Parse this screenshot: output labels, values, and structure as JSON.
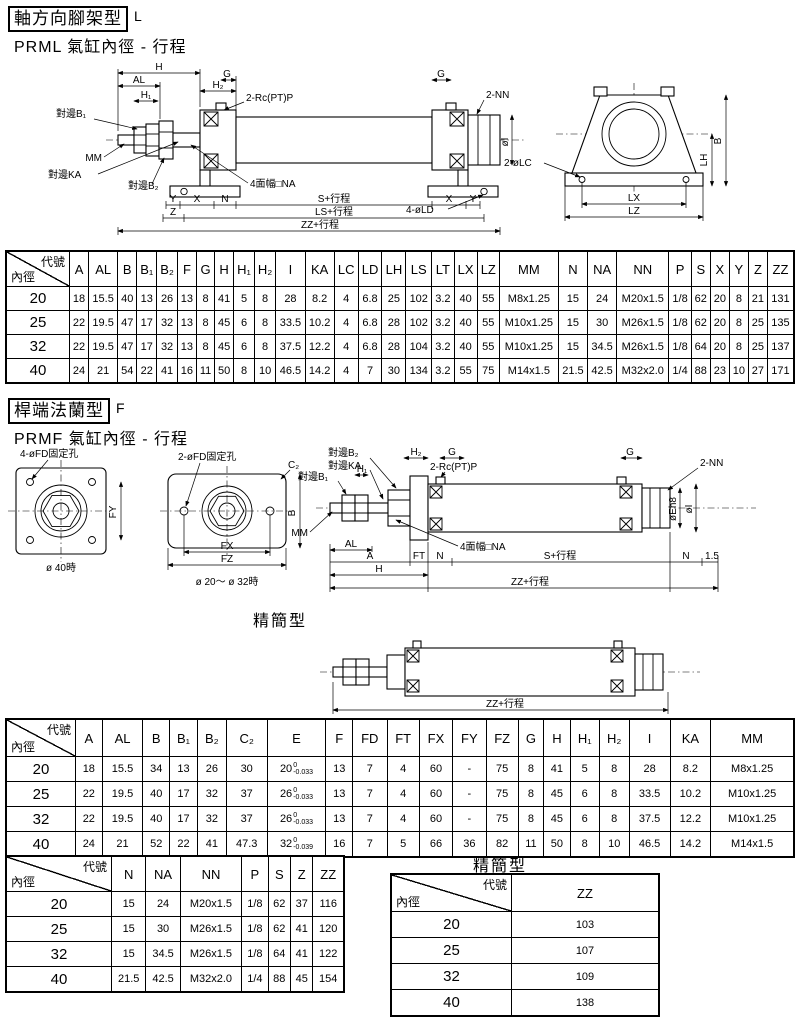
{
  "sections": {
    "s1_box": "軸方向腳架型",
    "s1_code": "L",
    "s1_sub": "PRML 氣缸內徑 - 行程",
    "s2_box": "桿端法蘭型",
    "s2_code": "F",
    "s2_sub": "PRMF 氣缸內徑 - 行程",
    "simple_label": "精簡型"
  },
  "labels": {
    "H": "H",
    "AL": "AL",
    "H1": "H₁",
    "H2": "H₂",
    "G": "G",
    "port": "2-Rc(PT)P",
    "NN2": "2-NN",
    "B1": "對邊B₁",
    "B2": "對邊B₂",
    "KA": "對邊KA",
    "MM": "MM",
    "NA4": "4面幅□NA",
    "N": "N",
    "S": "S+行程",
    "LS": "LS+行程",
    "ZZ": "ZZ+行程",
    "X": "X",
    "Y": "Y",
    "Z": "Z",
    "OI": "øI",
    "LC2": "2-øLC",
    "LD4": "4-øLD",
    "LX": "LX",
    "LZ": "LZ",
    "LH": "LH",
    "B": "B",
    "FD4": "4-øFD固定孔",
    "FD2": "2-øFD固定孔",
    "C2": "C₂",
    "FX": "FX",
    "FY": "FY",
    "FZ": "FZ",
    "FT": "FT",
    "A": "A",
    "D40": "ø 40時",
    "D2032": "ø 20～ ø 32時",
    "OE": "øEh8",
    "dim15": "1.5"
  },
  "tables": {
    "prml": {
      "corner_top": "代號",
      "corner_bottom": "內徑",
      "headers": [
        "A",
        "AL",
        "B",
        "B₁",
        "B₂",
        "F",
        "G",
        "H",
        "H₁",
        "H₂",
        "I",
        "KA",
        "LC",
        "LD",
        "LH",
        "LS",
        "LT",
        "LX",
        "LZ",
        "MM",
        "N",
        "NA",
        "NN",
        "P",
        "S",
        "X",
        "Y",
        "Z",
        "ZZ"
      ],
      "rows": [
        [
          "20",
          "18",
          "15.5",
          "40",
          "13",
          "26",
          "13",
          "8",
          "41",
          "5",
          "8",
          "28",
          "8.2",
          "4",
          "6.8",
          "25",
          "102",
          "3.2",
          "40",
          "55",
          "M8x1.25",
          "15",
          "24",
          "M20x1.5",
          "1/8",
          "62",
          "20",
          "8",
          "21",
          "131"
        ],
        [
          "25",
          "22",
          "19.5",
          "47",
          "17",
          "32",
          "13",
          "8",
          "45",
          "6",
          "8",
          "33.5",
          "10.2",
          "4",
          "6.8",
          "28",
          "102",
          "3.2",
          "40",
          "55",
          "M10x1.25",
          "15",
          "30",
          "M26x1.5",
          "1/8",
          "62",
          "20",
          "8",
          "25",
          "135"
        ],
        [
          "32",
          "22",
          "19.5",
          "47",
          "17",
          "32",
          "13",
          "8",
          "45",
          "6",
          "8",
          "37.5",
          "12.2",
          "4",
          "6.8",
          "28",
          "104",
          "3.2",
          "40",
          "55",
          "M10x1.25",
          "15",
          "34.5",
          "M26x1.5",
          "1/8",
          "64",
          "20",
          "8",
          "25",
          "137"
        ],
        [
          "40",
          "24",
          "21",
          "54",
          "22",
          "41",
          "16",
          "11",
          "50",
          "8",
          "10",
          "46.5",
          "14.2",
          "4",
          "7",
          "30",
          "134",
          "3.2",
          "55",
          "75",
          "M14x1.5",
          "21.5",
          "42.5",
          "M32x2.0",
          "1/4",
          "88",
          "23",
          "10",
          "27",
          "171"
        ]
      ]
    },
    "prmf": {
      "corner_top": "代號",
      "corner_bottom": "內徑",
      "headers": [
        "A",
        "AL",
        "B",
        "B₁",
        "B₂",
        "C₂",
        "E",
        "F",
        "FD",
        "FT",
        "FX",
        "FY",
        "FZ",
        "G",
        "H",
        "H₁",
        "H₂",
        "I",
        "KA",
        "MM"
      ],
      "rows": [
        [
          "20",
          "18",
          "15.5",
          "34",
          "13",
          "26",
          "30",
          {
            "v": "20",
            "tu": "0",
            "tl": "-0.033"
          },
          "13",
          "7",
          "4",
          "60",
          "-",
          "75",
          "8",
          "41",
          "5",
          "8",
          "28",
          "8.2",
          "M8x1.25"
        ],
        [
          "25",
          "22",
          "19.5",
          "40",
          "17",
          "32",
          "37",
          {
            "v": "26",
            "tu": "0",
            "tl": "-0.033"
          },
          "13",
          "7",
          "4",
          "60",
          "-",
          "75",
          "8",
          "45",
          "6",
          "8",
          "33.5",
          "10.2",
          "M10x1.25"
        ],
        [
          "32",
          "22",
          "19.5",
          "40",
          "17",
          "32",
          "37",
          {
            "v": "26",
            "tu": "0",
            "tl": "-0.033"
          },
          "13",
          "7",
          "4",
          "60",
          "-",
          "75",
          "8",
          "45",
          "6",
          "8",
          "37.5",
          "12.2",
          "M10x1.25"
        ],
        [
          "40",
          "24",
          "21",
          "52",
          "22",
          "41",
          "47.3",
          {
            "v": "32",
            "tu": "0",
            "tl": "-0.039"
          },
          "16",
          "7",
          "5",
          "66",
          "36",
          "82",
          "11",
          "50",
          "8",
          "10",
          "46.5",
          "14.2",
          "M14x1.5"
        ]
      ]
    },
    "prmf2": {
      "corner_top": "代號",
      "corner_bottom": "內徑",
      "headers": [
        "N",
        "NA",
        "NN",
        "P",
        "S",
        "Z",
        "ZZ"
      ],
      "rows": [
        [
          "20",
          "15",
          "24",
          "M20x1.5",
          "1/8",
          "62",
          "37",
          "116"
        ],
        [
          "25",
          "15",
          "30",
          "M26x1.5",
          "1/8",
          "62",
          "41",
          "120"
        ],
        [
          "32",
          "15",
          "34.5",
          "M26x1.5",
          "1/8",
          "64",
          "41",
          "122"
        ],
        [
          "40",
          "21.5",
          "42.5",
          "M32x2.0",
          "1/4",
          "88",
          "45",
          "154"
        ]
      ]
    },
    "simple": {
      "corner_top": "代號",
      "corner_bottom": "內徑",
      "headers": [
        "ZZ"
      ],
      "rows": [
        [
          "20",
          "103"
        ],
        [
          "25",
          "107"
        ],
        [
          "32",
          "109"
        ],
        [
          "40",
          "138"
        ]
      ]
    }
  }
}
